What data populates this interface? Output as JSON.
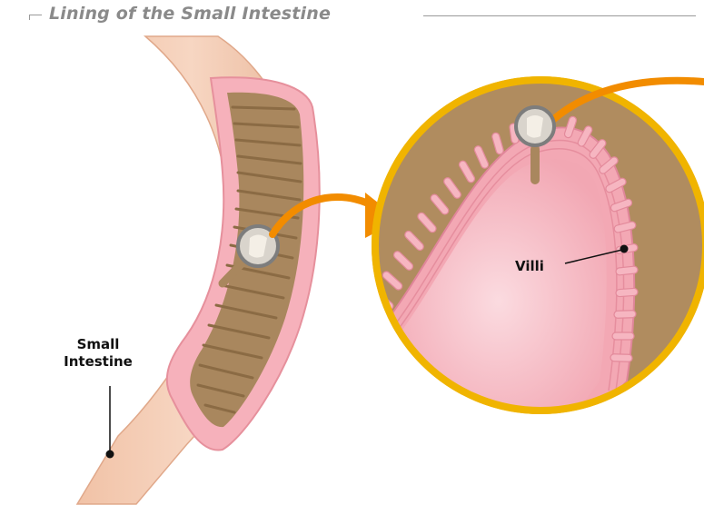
{
  "title": "Lining of the Small Intestine",
  "labels": {
    "small_intestine_line1": "Small",
    "small_intestine_line2": "Intestine",
    "villi": "Villi"
  },
  "colors": {
    "intestine_outer": "#f2c9ae",
    "intestine_lining": "#f4a9b2",
    "intestine_inner": "#a9875e",
    "magnifier_ring": "#f0b400",
    "arrow": "#f28c00",
    "background_tan": "#b08c5f",
    "villus_pink": "#f6b6c1"
  }
}
